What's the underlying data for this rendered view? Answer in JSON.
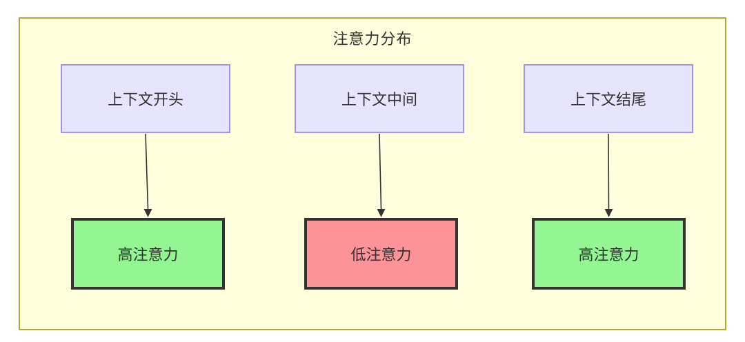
{
  "diagram": {
    "type": "flowchart",
    "title": "注意力分布",
    "background_color": "#ffffff",
    "container": {
      "name": "attention-distribution-subgraph",
      "fill_color": "#ffffdd",
      "border_color": "#b3a73c"
    },
    "columns": [
      {
        "id": "col-0",
        "source": {
          "label": "上下文开头",
          "fill_color": "#e7e4fd",
          "border_color": "#a98fe6"
        },
        "target": {
          "label": "高注意力",
          "fill_color": "#93f693",
          "border_color": "#333333",
          "state": "high"
        }
      },
      {
        "id": "col-1",
        "source": {
          "label": "上下文中间",
          "fill_color": "#e7e4fd",
          "border_color": "#a98fe6"
        },
        "target": {
          "label": "低注意力",
          "fill_color": "#fb9398",
          "border_color": "#333333",
          "state": "low"
        }
      },
      {
        "id": "col-2",
        "source": {
          "label": "上下文结尾",
          "fill_color": "#e7e4fd",
          "border_color": "#a98fe6"
        },
        "target": {
          "label": "高注意力",
          "fill_color": "#93f693",
          "border_color": "#333333",
          "state": "high"
        }
      }
    ],
    "edges": [
      {
        "name": "edge-context-start-to-high",
        "from": "上下文开头",
        "to": "高注意力",
        "style": "solid-arrow",
        "color": "#333333"
      },
      {
        "name": "edge-context-middle-to-low",
        "from": "上下文中间",
        "to": "低注意力",
        "style": "solid-arrow",
        "color": "#333333"
      },
      {
        "name": "edge-context-end-to-high",
        "from": "上下文结尾",
        "to": "高注意力",
        "style": "solid-arrow",
        "color": "#333333"
      }
    ]
  }
}
